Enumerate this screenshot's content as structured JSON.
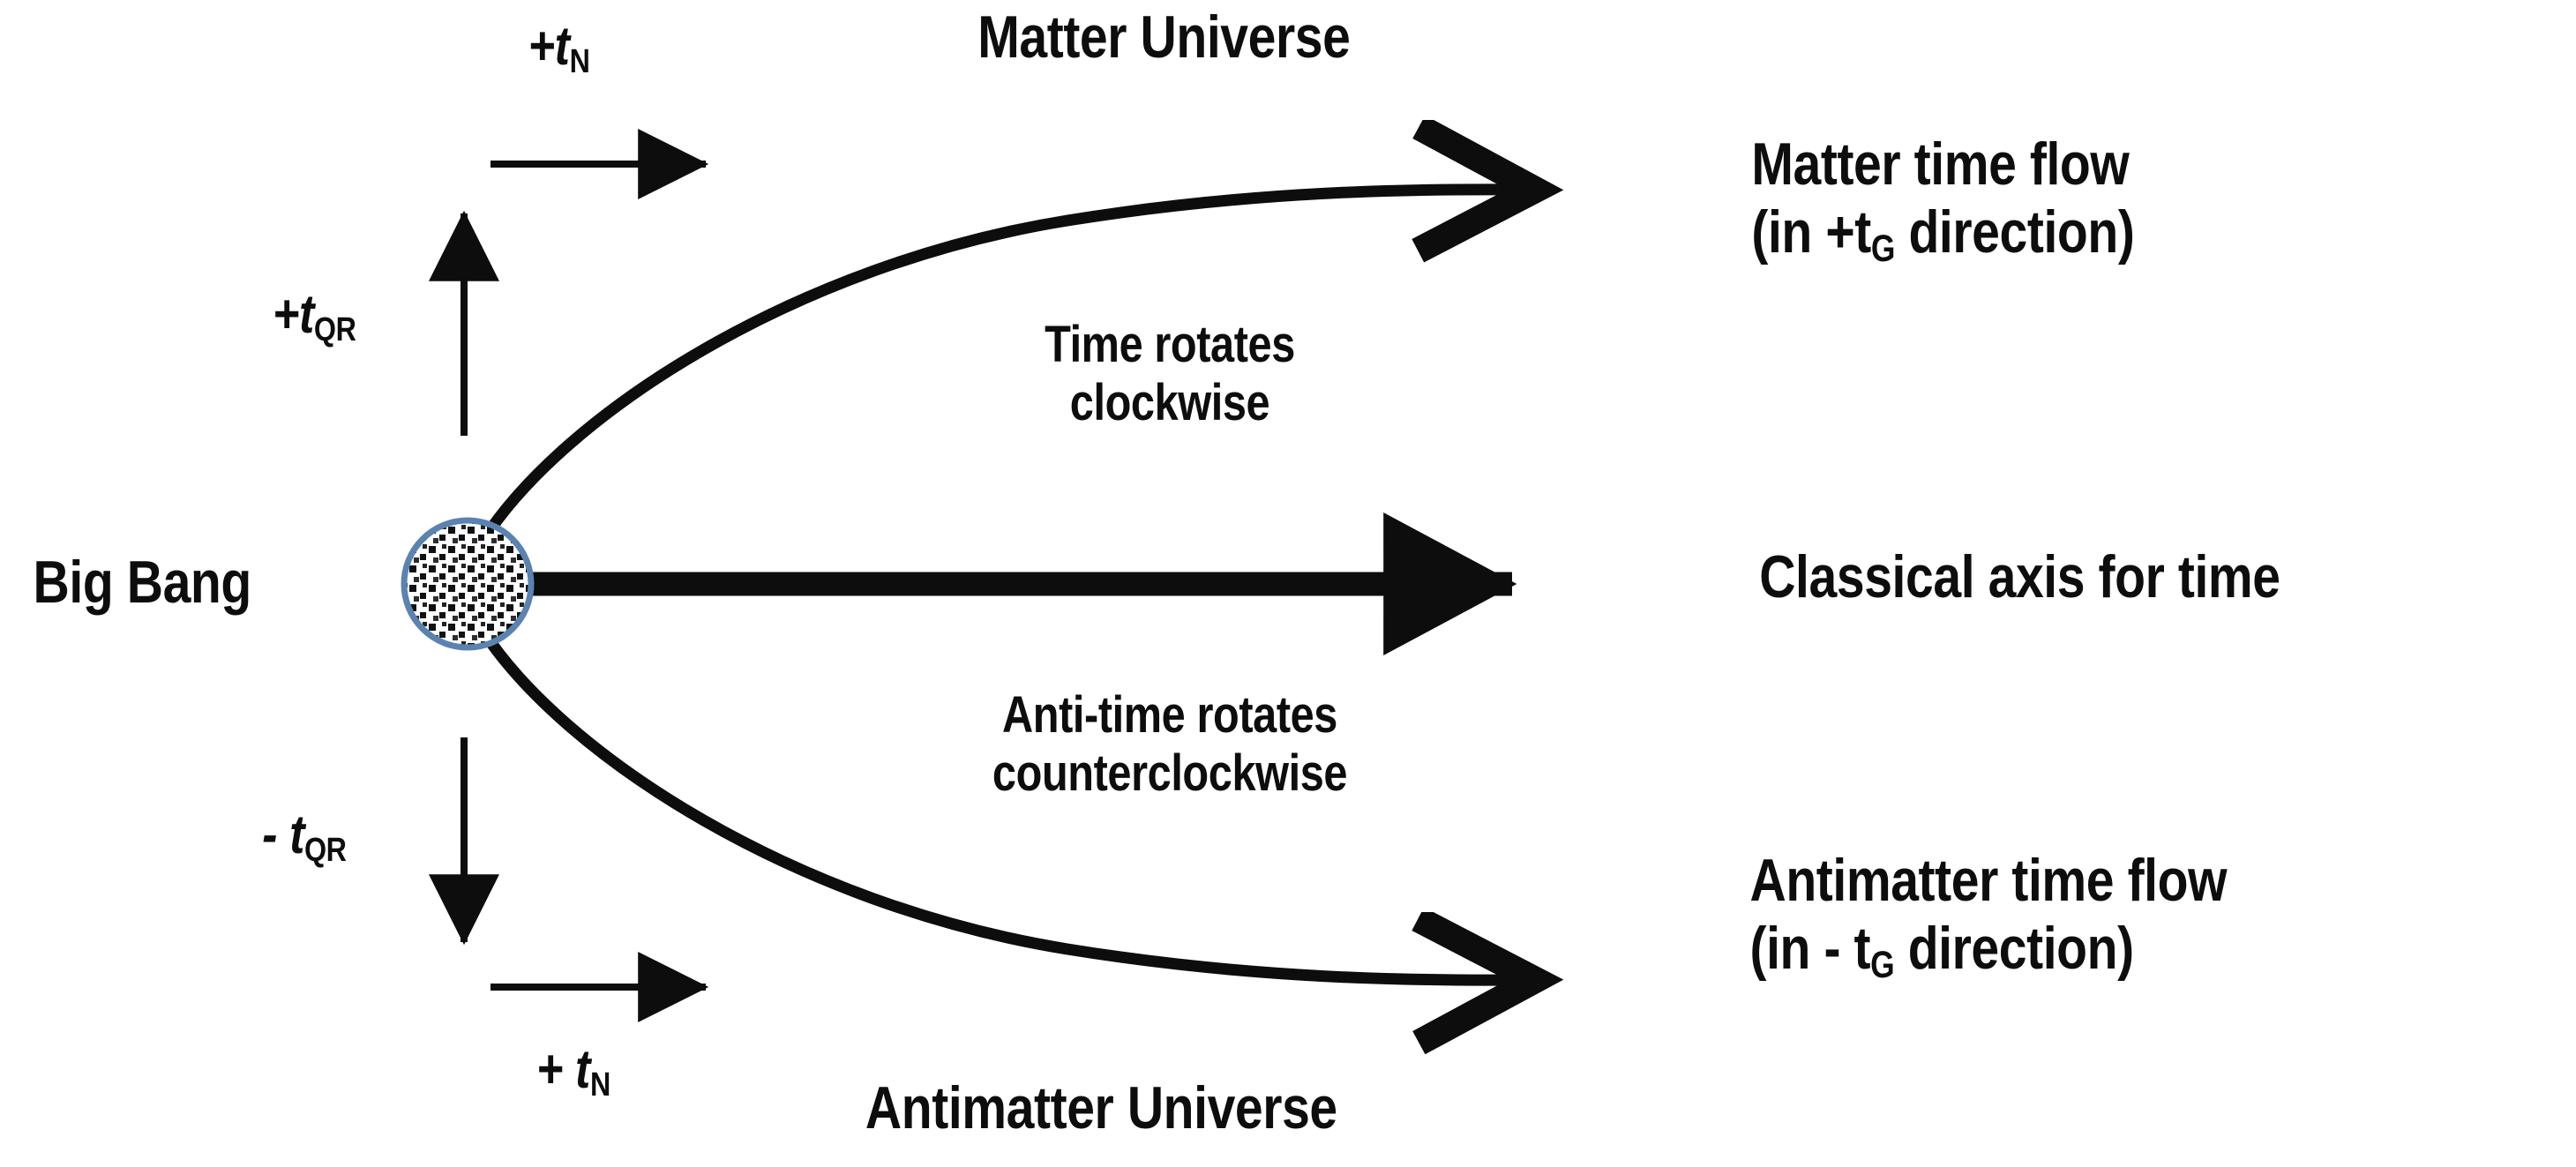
{
  "diagram": {
    "title_top": "Matter Universe",
    "title_bottom": "Antimatter Universe",
    "origin_label": "Big Bang",
    "colors": {
      "stroke": "#0d0d0d",
      "text": "#0d0d0d",
      "singularity_ring": "#5b83b0",
      "singularity_fill": "#ffffff",
      "background": "#ffffff"
    },
    "axes": [
      {
        "name": "top-natural-time",
        "label_plain": "+t",
        "label_sub": "N",
        "direction": "right"
      },
      {
        "name": "top-quantum-rotation-time",
        "label_plain": "+t",
        "label_sub": "QR",
        "direction": "up"
      },
      {
        "name": "bottom-quantum-rotation-time",
        "label_plain": "- t",
        "label_sub": "QR",
        "direction": "down"
      },
      {
        "name": "bottom-natural-time",
        "label_plain": "+ t",
        "label_sub": "N",
        "direction": "right"
      }
    ],
    "branches": [
      {
        "name": "matter-branch",
        "annotation_line1": "Time rotates",
        "annotation_line2": "clockwise",
        "endpoint_line1": "Matter time flow",
        "endpoint_line2_pre": "(in +t",
        "endpoint_line2_sub": "G",
        "endpoint_line2_post": " direction)"
      },
      {
        "name": "classical-axis",
        "endpoint_label": "Classical axis for time"
      },
      {
        "name": "antimatter-branch",
        "annotation_line1": "Anti-time rotates",
        "annotation_line2": "counterclockwise",
        "endpoint_line1": "Antimatter time flow",
        "endpoint_line2_pre": "(in - t",
        "endpoint_line2_sub": "G",
        "endpoint_line2_post": " direction)"
      }
    ]
  }
}
